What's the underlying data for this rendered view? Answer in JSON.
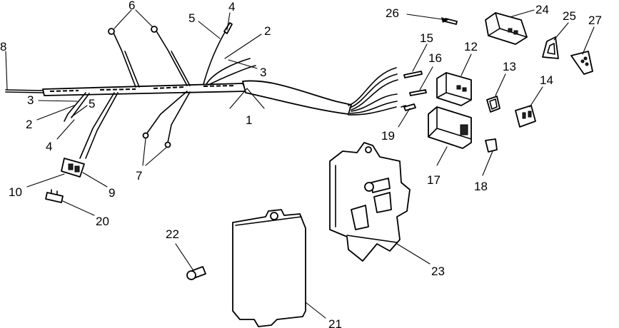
{
  "callouts": [
    {
      "id": "c1",
      "text": "1"
    },
    {
      "id": "c2a",
      "text": "2"
    },
    {
      "id": "c2b",
      "text": "2"
    },
    {
      "id": "c3a",
      "text": "3"
    },
    {
      "id": "c3b",
      "text": "3"
    },
    {
      "id": "c4a",
      "text": "4"
    },
    {
      "id": "c4b",
      "text": "4"
    },
    {
      "id": "c5a",
      "text": "5"
    },
    {
      "id": "c5b",
      "text": "5"
    },
    {
      "id": "c6",
      "text": "6"
    },
    {
      "id": "c7",
      "text": "7"
    },
    {
      "id": "c8",
      "text": "8"
    },
    {
      "id": "c9",
      "text": "9"
    },
    {
      "id": "c10",
      "text": "10"
    },
    {
      "id": "c12",
      "text": "12"
    },
    {
      "id": "c13",
      "text": "13"
    },
    {
      "id": "c14",
      "text": "14"
    },
    {
      "id": "c15",
      "text": "15"
    },
    {
      "id": "c16",
      "text": "16"
    },
    {
      "id": "c17",
      "text": "17"
    },
    {
      "id": "c18",
      "text": "18"
    },
    {
      "id": "c19",
      "text": "19"
    },
    {
      "id": "c20",
      "text": "20"
    },
    {
      "id": "c21",
      "text": "21"
    },
    {
      "id": "c22",
      "text": "22"
    },
    {
      "id": "c23",
      "text": "23"
    },
    {
      "id": "c24",
      "text": "24"
    },
    {
      "id": "c25",
      "text": "25"
    },
    {
      "id": "c26",
      "text": "26"
    },
    {
      "id": "c27",
      "text": "27"
    }
  ]
}
